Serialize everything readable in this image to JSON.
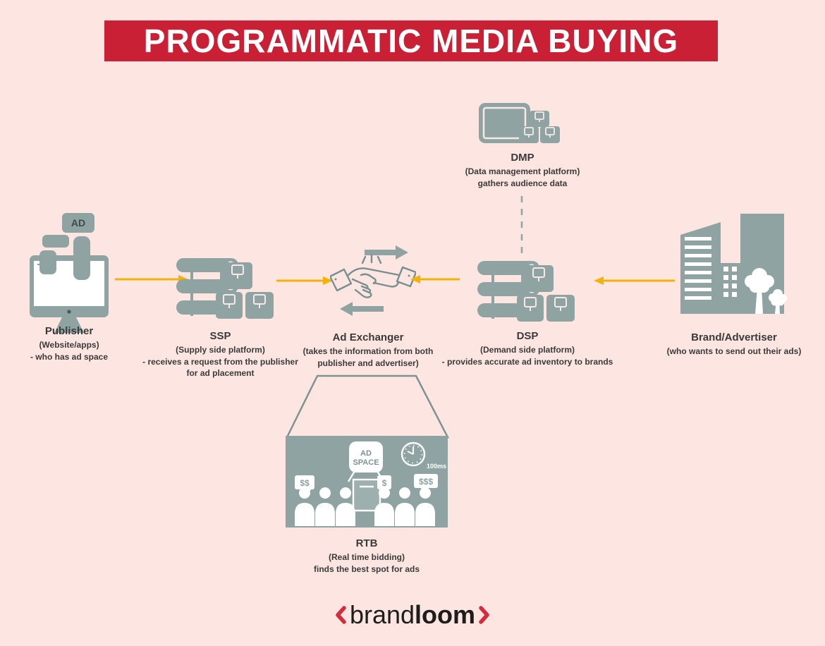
{
  "title": "PROGRAMMATIC MEDIA BUYING",
  "nodes": {
    "dmp": {
      "name": "DMP",
      "sub": "(Data management platform)",
      "desc": "gathers audience data"
    },
    "publisher": {
      "name": "Publisher",
      "sub": "(Website/apps)",
      "desc": "- who has ad space",
      "ad_label": "AD"
    },
    "ssp": {
      "name": "SSP",
      "sub": "(Supply side platform)",
      "desc": "- receives a request from the publisher for ad placement"
    },
    "ad_exchanger": {
      "name": "Ad Exchanger",
      "sub": "(takes the information from both publisher and advertiser)"
    },
    "dsp": {
      "name": "DSP",
      "sub": "(Demand side platform)",
      "desc": "- provides accurate ad inventory to brands"
    },
    "brand": {
      "name": "Brand/Advertiser",
      "sub": "(who wants to send out their ads)"
    },
    "rtb": {
      "name": "RTB",
      "sub": "(Real time bidding)",
      "desc": "finds the best spot for ads"
    }
  },
  "rtb_scene": {
    "sign_line1": "AD",
    "sign_line2": "SPACE",
    "timer": "100ms",
    "bids": [
      "$$",
      "$",
      "$$$"
    ]
  },
  "logo": {
    "brand": "brand",
    "loom": "loom"
  },
  "colors": {
    "background": "#FDE6E1",
    "banner_red": "#C92035",
    "icon_gray": "#8FA3A2",
    "arrow_yellow": "#F2B207",
    "text_dark": "#3A3A3A",
    "logo_red": "#D62B3C"
  }
}
